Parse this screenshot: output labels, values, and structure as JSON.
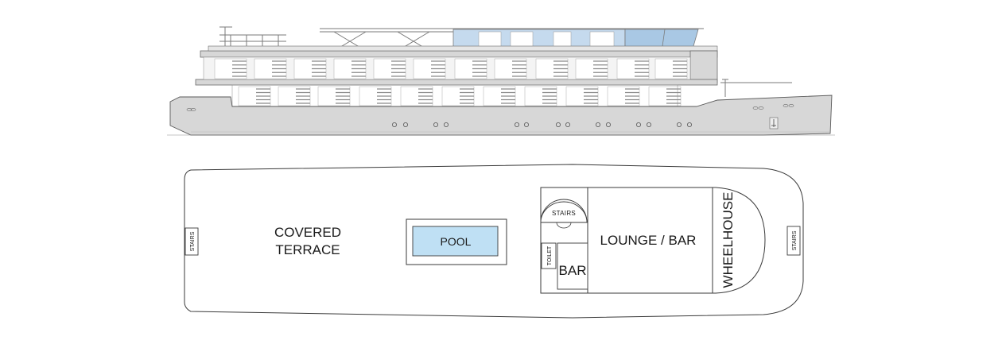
{
  "deck_plan": {
    "rooms": {
      "covered_terrace_line1": "COVERED",
      "covered_terrace_line2": "TERRACE",
      "pool": "POOL",
      "stairs_center": "STAIRS",
      "lounge_bar": "LOUNGE / BAR",
      "toilet": "TOILET",
      "bar": "BAR",
      "wheelhouse": "WHEELHOUSE",
      "stairs_stern": "STAIRS",
      "stairs_bow": "STAIRS"
    }
  },
  "colors": {
    "hull": "#d7d7d7",
    "outline": "#3a3a3a",
    "pool_water": "#bfe0f4",
    "glass": "#a9c8e4",
    "window_slats": "#8a8a8a"
  }
}
